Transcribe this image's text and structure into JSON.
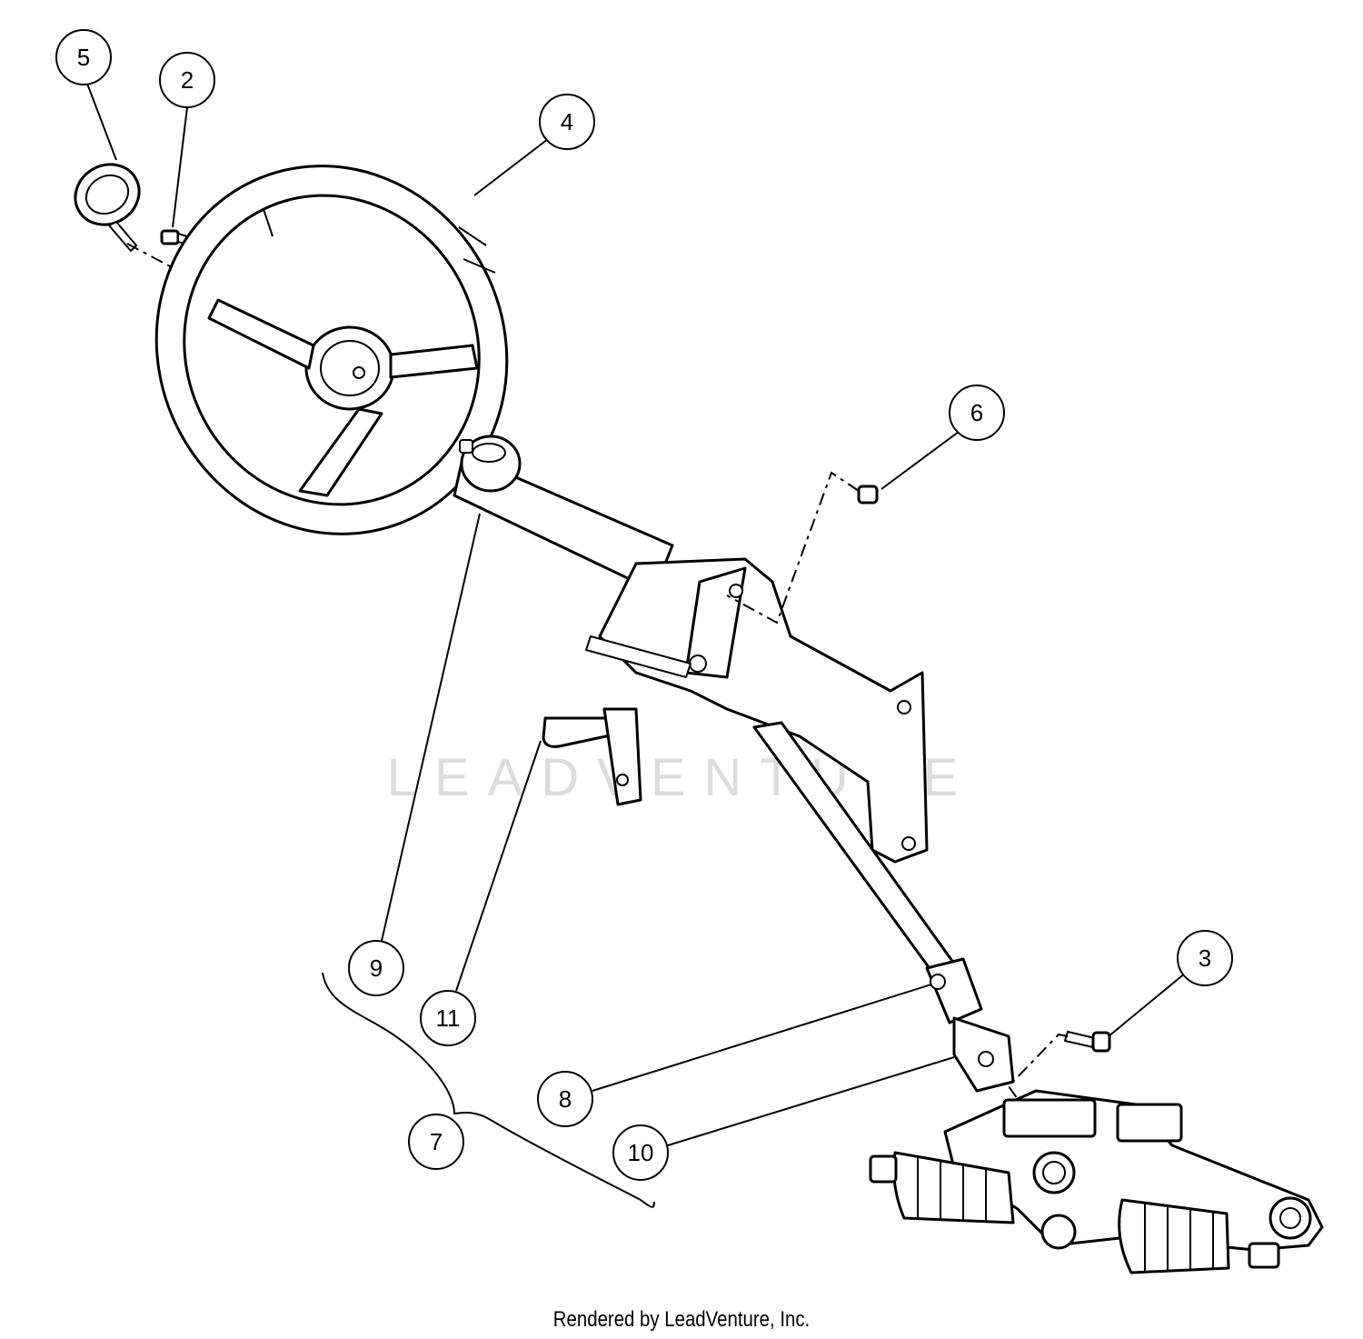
{
  "watermark": "LEADVENTURE",
  "footer": "Rendered by LeadVenture, Inc.",
  "callouts": {
    "c2": "2",
    "c3": "3",
    "c4": "4",
    "c5": "5",
    "c6": "6",
    "c7": "7",
    "c8": "8",
    "c9": "9",
    "c10": "10",
    "c11": "11"
  }
}
